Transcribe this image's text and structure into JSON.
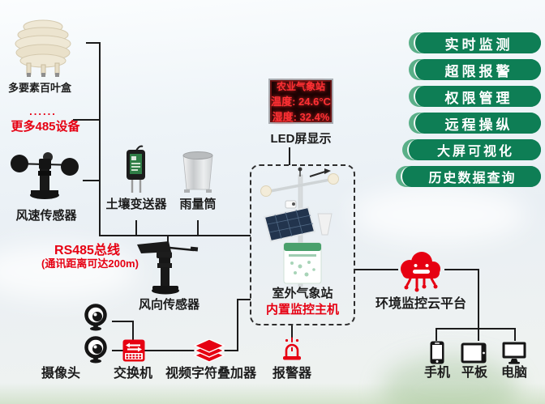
{
  "colors": {
    "accent_red": "#e60012",
    "badge_outer_green": "#2f8f67",
    "badge_inner_green": "#0e7e55",
    "line_black": "#1c1c1c"
  },
  "badges": [
    "实时监测",
    "超限报警",
    "权限管理",
    "远程操纵",
    "大屏可视化",
    "历史数据查询"
  ],
  "sensors": {
    "louver_label": "多要素百叶盒",
    "more_dots": "......",
    "more_label": "更多485设备",
    "wind_speed_label": "风速传感器",
    "soil_label": "土壤变送器",
    "rain_label": "雨量筒",
    "wind_dir_label": "风向传感器"
  },
  "led": {
    "title": "农业气象站",
    "temp": "温度: 24.6°C",
    "humidity": "湿度: 32.4%",
    "caption": "LED屏显示"
  },
  "bus": {
    "title": "RS485总线",
    "note": "(通讯距离可达200m)"
  },
  "station": {
    "name": "室外气象站",
    "sub": "内置监控主机"
  },
  "cloud": {
    "label": "环境监控云平台"
  },
  "video": {
    "camera": "摄像头",
    "switch": "交换机",
    "overlay": "视频字符叠加器",
    "alarm": "报警器"
  },
  "terminals": {
    "phone": "手机",
    "tablet": "平板",
    "pc": "电脑"
  },
  "icons": {
    "cloud_platform": "cloud-circuit-icon",
    "camera": "webcam-icon",
    "switch": "network-switch-icon",
    "overlay": "layers-icon",
    "alarm": "siren-icon",
    "phone": "smartphone-icon",
    "tablet": "tablet-icon",
    "pc": "monitor-icon"
  }
}
